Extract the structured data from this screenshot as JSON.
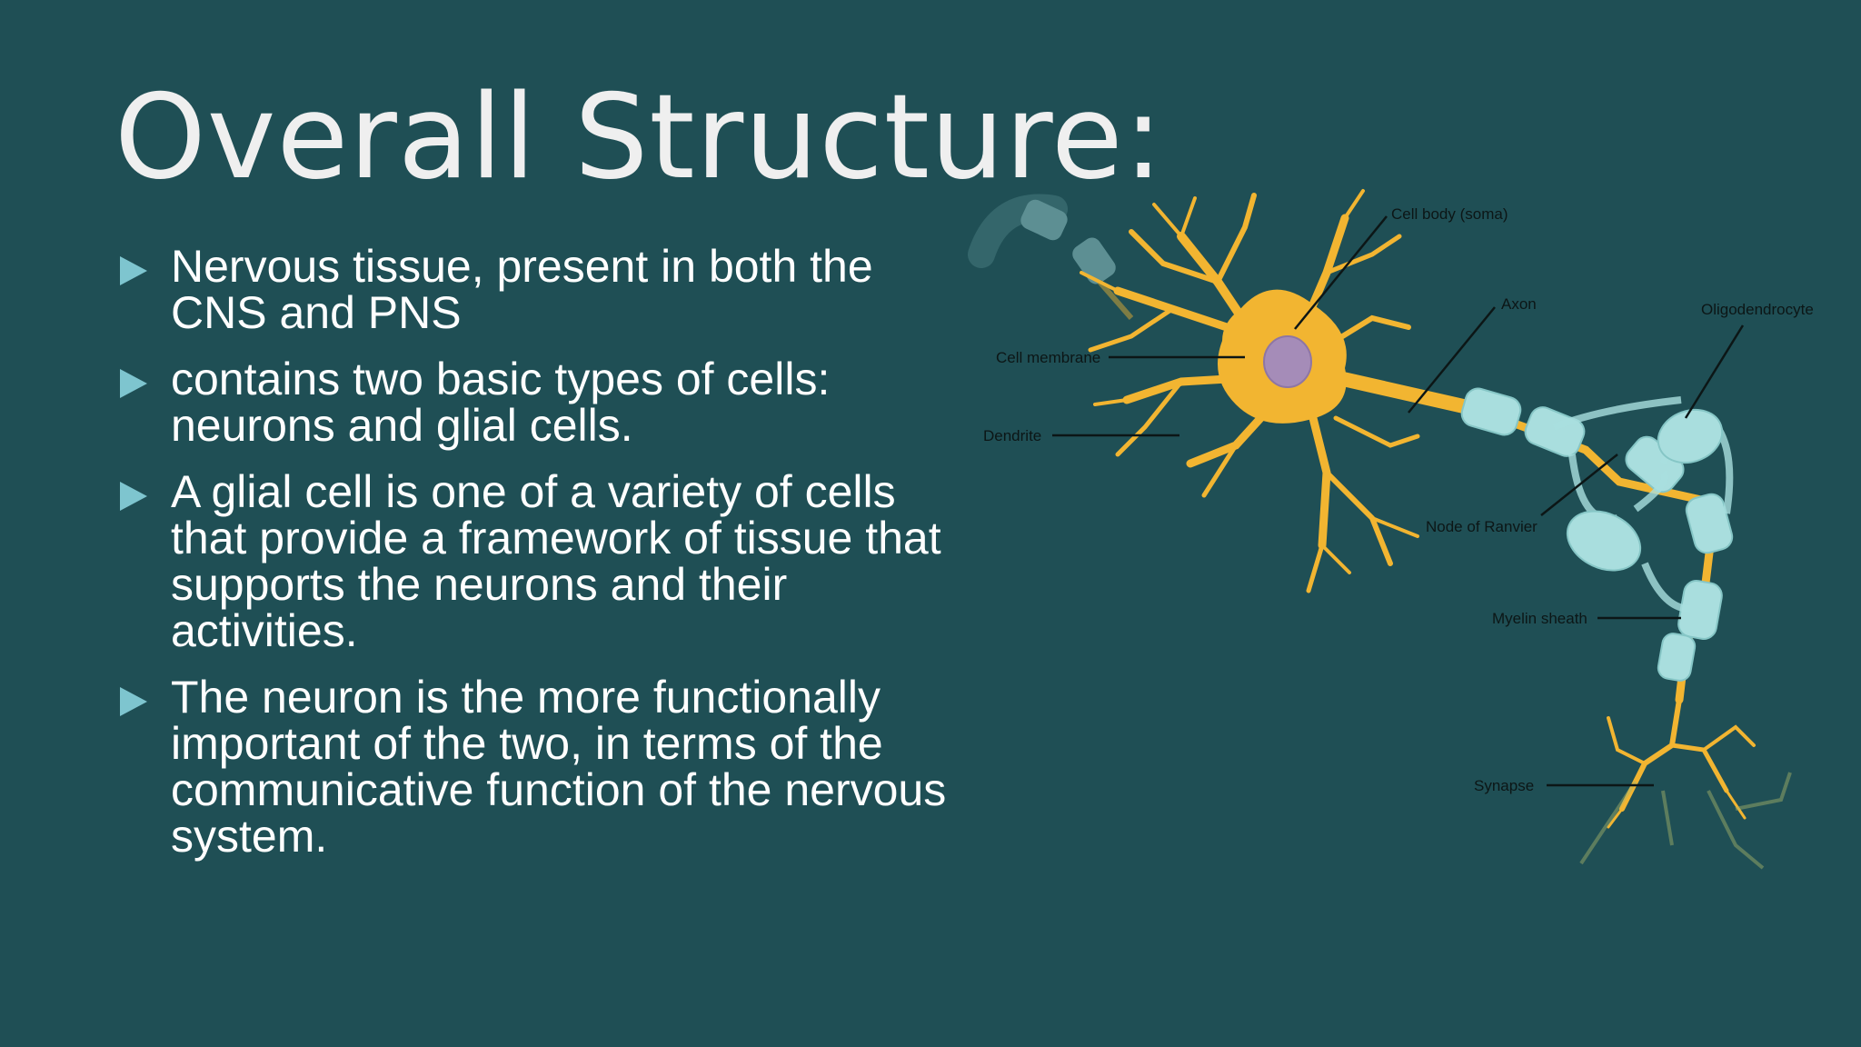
{
  "slide": {
    "title": "Overall Structure:",
    "bullets": [
      "Nervous tissue, present in both the CNS and PNS",
      "contains two basic types of cells: neurons and glial cells.",
      "A glial cell is one of a variety of cells that provide a framework of tissue that supports the neurons and their activities.",
      "The neuron is the more functionally important of the two, in terms of the communicative function of the nervous system."
    ]
  },
  "diagram": {
    "labels": {
      "cell_body": "Cell body (soma)",
      "axon": "Axon",
      "oligodendrocyte": "Oligodendrocyte",
      "cell_membrane": "Cell membrane",
      "dendrite": "Dendrite",
      "node_of_ranvier": "Node of Ranvier",
      "myelin_sheath": "Myelin sheath",
      "synapse": "Synapse"
    }
  },
  "colors": {
    "background": "#1f4f55",
    "bullet_arrow": "#7ec5cf",
    "neuron": "#f2b531",
    "myelin": "#a9dede",
    "nucleus": "#a58cb8"
  }
}
